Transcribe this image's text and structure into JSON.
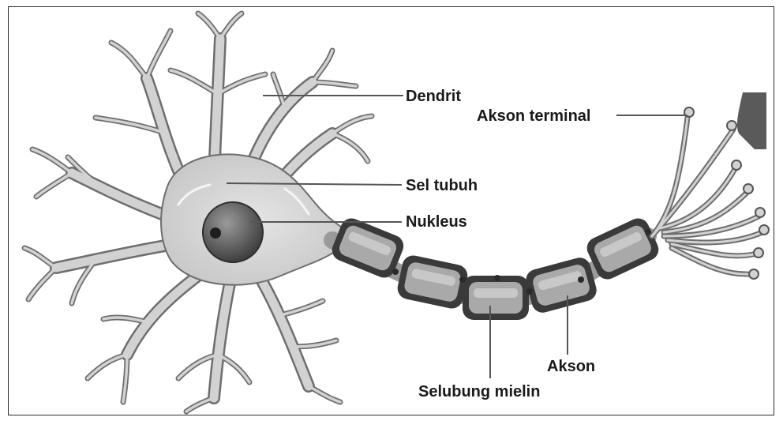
{
  "labels": {
    "dendrit": "Dendrit",
    "sel_tubuh": "Sel tubuh",
    "nukleus": "Nukleus",
    "akson_terminal": "Akson terminal",
    "akson": "Akson",
    "selubung_mielin": "Selubung mielin"
  },
  "colors": {
    "cell_fill": "#d2d2d2",
    "cell_outline": "#6e6e6e",
    "nucleus": "#5a5a5a",
    "myelin_outer": "#3a3a3a",
    "myelin_inner": "#a9a9a9",
    "text": "#1a1a1a"
  }
}
